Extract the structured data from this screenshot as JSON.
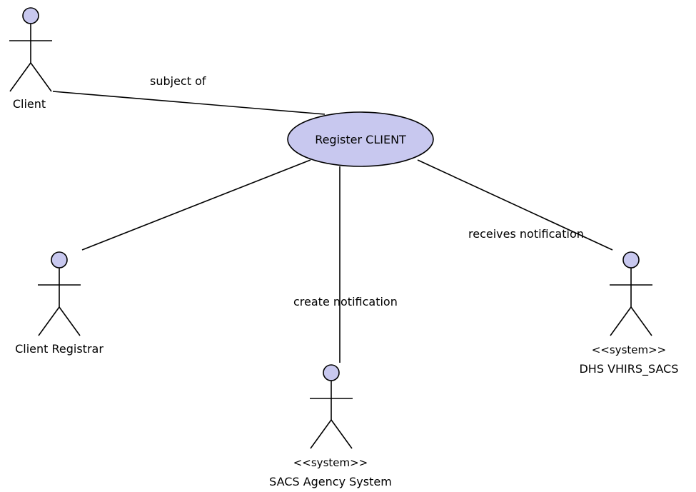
{
  "use_case": {
    "label": "Register CLIENT"
  },
  "actors": {
    "client": {
      "name": "Client"
    },
    "client_registrar": {
      "name": "Client Registrar"
    },
    "sacs_agency": {
      "stereotype": "<<system>>",
      "name": "SACS Agency System"
    },
    "dhs_vhirs": {
      "stereotype": "<<system>>",
      "name": "DHS VHIRS_SACS"
    }
  },
  "associations": {
    "client": "subject of",
    "sacs_agency": "create notification",
    "dhs_vhirs": "receives notification"
  },
  "colors": {
    "fill": "#c8c8ef",
    "stroke": "#000000",
    "background": "#ffffff"
  }
}
